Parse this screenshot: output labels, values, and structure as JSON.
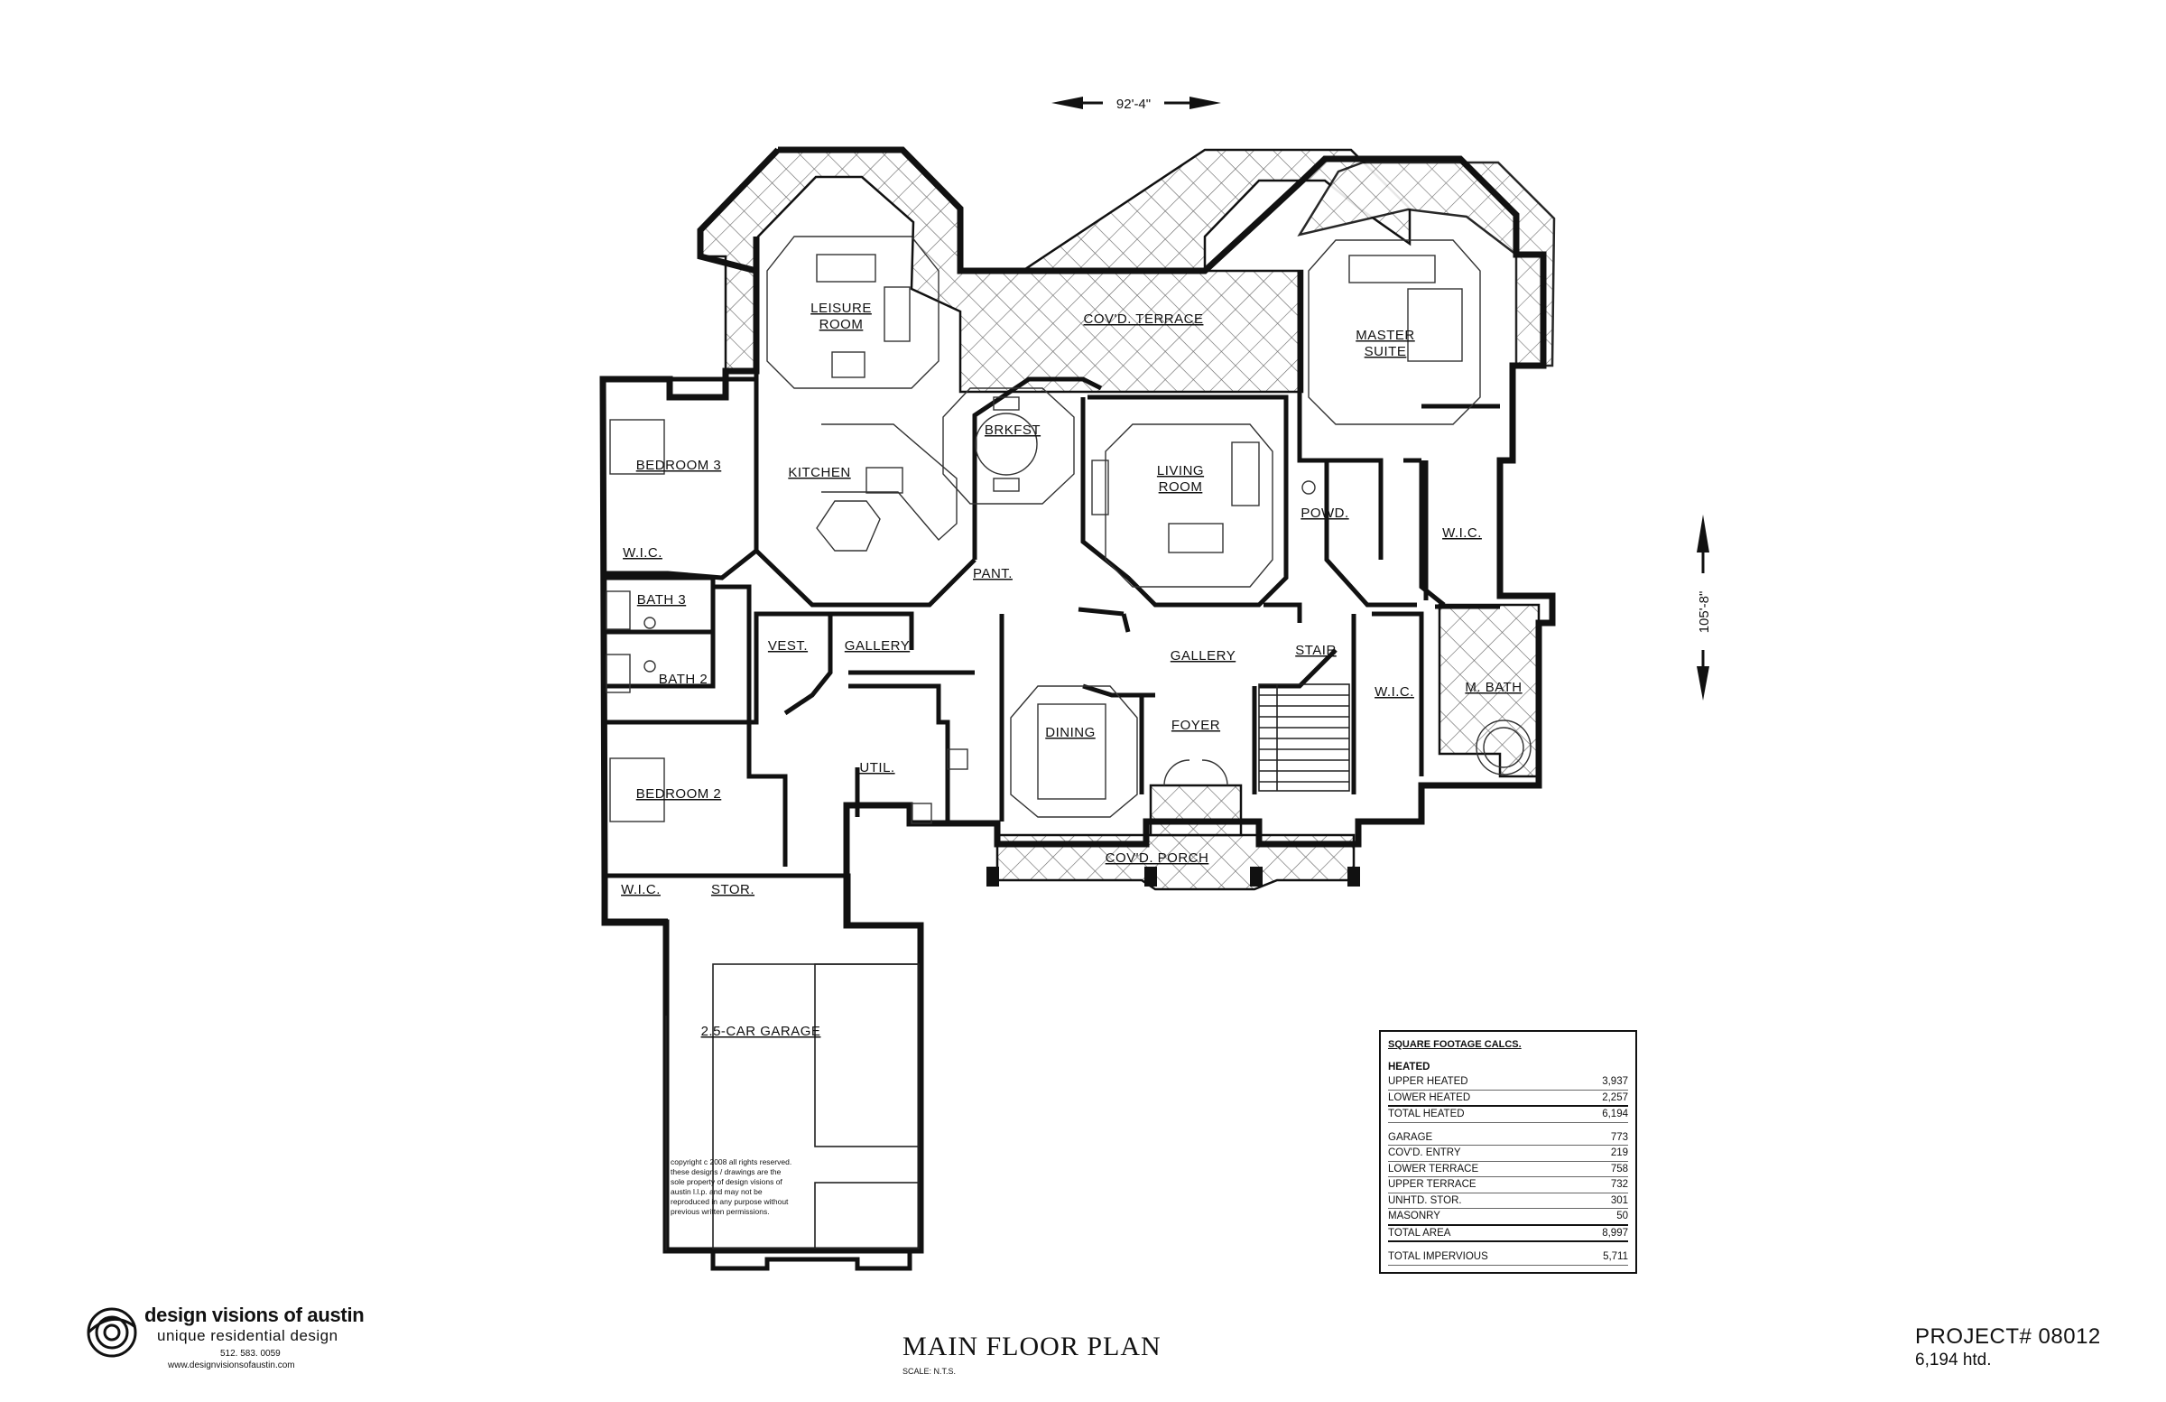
{
  "dimensions": {
    "width": "92'-4\"",
    "depth": "105'-8\""
  },
  "rooms": {
    "leisure": "LEISURE ROOM",
    "leisure_l1": "LEISURE",
    "leisure_l2": "ROOM",
    "terrace": "COV'D. TERRACE",
    "master_l1": "MASTER",
    "master_l2": "SUITE",
    "bedroom3": "BEDROOM 3",
    "kitchen": "KITCHEN",
    "brkfst": "BRKFST",
    "living_l1": "LIVING",
    "living_l2": "ROOM",
    "powd": "POWD.",
    "wic": "W.I.C.",
    "pant": "PANT.",
    "bath3": "BATH 3",
    "bath2": "BATH 2",
    "vest": "VEST.",
    "gallery": "GALLERY",
    "stair": "STAIR",
    "mbath": "M. BATH",
    "dining": "DINING",
    "foyer": "FOYER",
    "util": "UTIL.",
    "bedroom2": "BEDROOM 2",
    "porch": "COV'D. PORCH",
    "stor": "STOR.",
    "garage": "2.5-CAR GARAGE"
  },
  "sqft": {
    "title": "SQUARE FOOTAGE CALCS.",
    "heated_label": "HEATED",
    "rows_heated": [
      {
        "label": "UPPER HEATED",
        "value": "3,937"
      },
      {
        "label": "LOWER HEATED",
        "value": "2,257"
      }
    ],
    "total_heated": {
      "label": "TOTAL HEATED",
      "value": "6,194"
    },
    "rows_other": [
      {
        "label": "GARAGE",
        "value": "773"
      },
      {
        "label": "COV'D. ENTRY",
        "value": "219"
      },
      {
        "label": "LOWER TERRACE",
        "value": "758"
      },
      {
        "label": "UPPER TERRACE",
        "value": "732"
      },
      {
        "label": "UNHTD. STOR.",
        "value": "301"
      },
      {
        "label": "MASONRY",
        "value": "50"
      }
    ],
    "total_area": {
      "label": "TOTAL AREA",
      "value": "8,997"
    },
    "total_impervious": {
      "label": "TOTAL IMPERVIOUS",
      "value": "5,711"
    }
  },
  "copyright": "copyright c 2008 all rights reserved. these designs / drawings are the sole property of design visions of austin l.l.p. and may not be reproduced in any purpose without previous written permissions.",
  "logo": {
    "name": "design visions of austin",
    "tagline": "unique residential design",
    "phone": "512. 583. 0059",
    "url": "www.designvisionsofaustin.com"
  },
  "title": "MAIN FLOOR PLAN",
  "scale": "SCALE: N.T.S.",
  "project": "PROJECT# 08012",
  "heated_total": "6,194 htd."
}
